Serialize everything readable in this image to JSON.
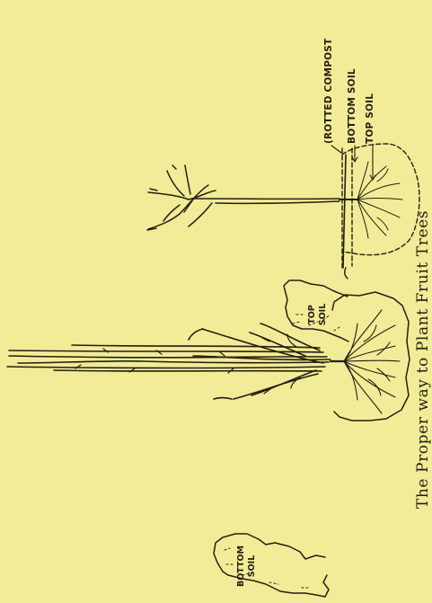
{
  "figure": {
    "caption": "The Proper way to Plant Fruit Trees",
    "labels": {
      "rotted_compost": "(ROTTED COMPOST",
      "bottom_soil": "BOTTOM SOIL",
      "top_soil": "TOP SOIL",
      "mound_top_soil": [
        "TOP",
        "SOIL"
      ],
      "mound_bottom_soil": [
        "BOTTOM",
        "SOIL"
      ]
    }
  }
}
